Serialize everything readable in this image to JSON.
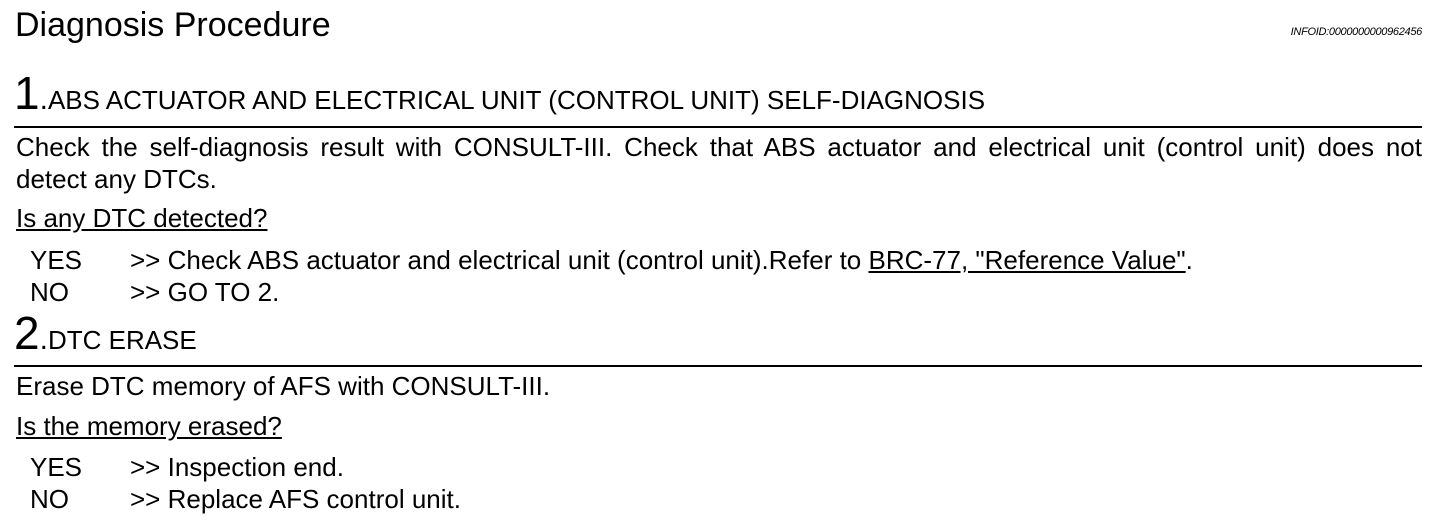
{
  "page": {
    "title": "Diagnosis Procedure",
    "info_id": "INFOID:0000000000962456"
  },
  "steps": [
    {
      "number": "1",
      "dot": ".",
      "title": "ABS ACTUATOR AND ELECTRICAL UNIT (CONTROL UNIT) SELF-DIAGNOSIS",
      "instruction": "Check the self-diagnosis result with CONSULT-III. Check that ABS actuator and electrical unit (control unit) does not detect any DTCs.",
      "question": "Is any DTC detected?",
      "yes_key": "YES",
      "yes_text": ">> Check ABS actuator and electrical unit (control unit).Refer to ",
      "yes_link": "BRC-77, \"Reference Value\"",
      "yes_after": ".",
      "no_key": "NO",
      "no_text": ">> GO TO 2."
    },
    {
      "number": "2",
      "dot": ".",
      "title": "DTC ERASE",
      "instruction": "Erase DTC memory of AFS with CONSULT-III.",
      "question": "Is the memory erased?",
      "yes_key": "YES",
      "yes_text": ">> Inspection end.",
      "no_key": "NO",
      "no_text": ">> Replace AFS control unit."
    }
  ]
}
